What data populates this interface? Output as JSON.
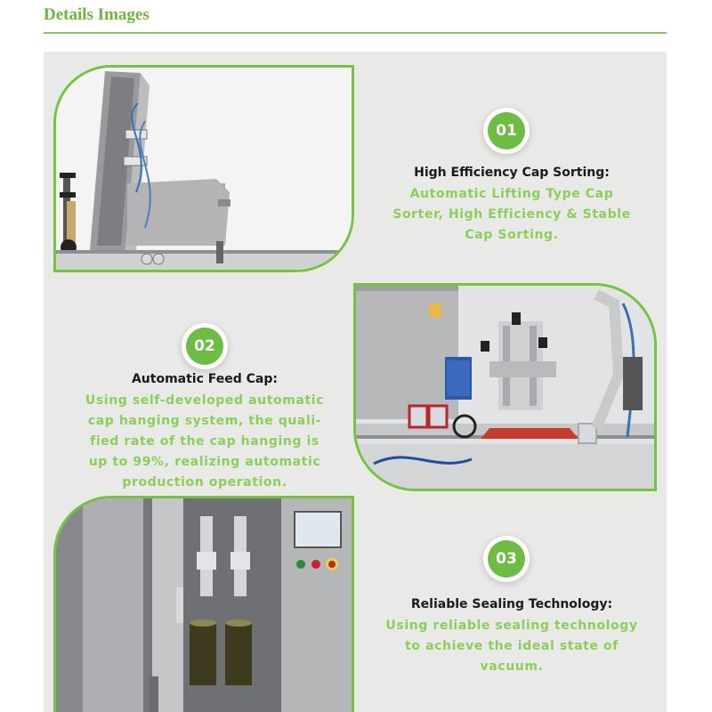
{
  "page": {
    "title": "Details Images"
  },
  "features": [
    {
      "number": "01",
      "heading": "High Efficiency Cap Sorting:",
      "lines": [
        "Automatic Lifting Type Cap",
        "Sorter, High Efficiency & Stable",
        "Cap Sorting."
      ],
      "image": "cap-sorter-machine-photo"
    },
    {
      "number": "02",
      "heading": "Automatic Feed Cap:",
      "lines": [
        "Using self-developed automatic",
        "cap hanging system, the quali-",
        "fied rate of the cap hanging is",
        "up to 99%, realizing automatic",
        "production operation."
      ],
      "image": "cap-feeding-station-photo"
    },
    {
      "number": "03",
      "heading": "Reliable Sealing Technology:",
      "lines": [
        "Using reliable sealing technology",
        "to achieve the ideal state of",
        "vacuum."
      ],
      "image": "vacuum-sealing-unit-photo"
    }
  ],
  "colors": {
    "accent": "#6dbd45",
    "text_green": "#8bcf5b",
    "frame_border": "#72c442",
    "panel_bg": "#e9e9e8"
  }
}
